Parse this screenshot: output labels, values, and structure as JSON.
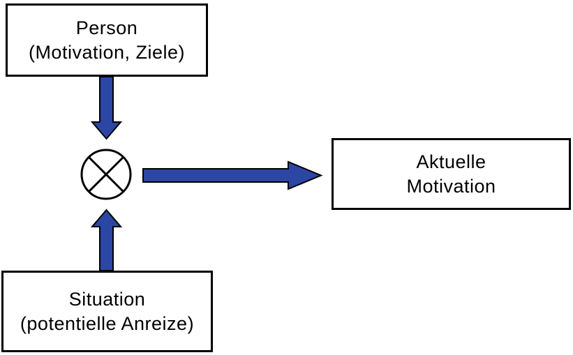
{
  "boxes": {
    "person": {
      "line1": "Person",
      "line2": "(Motivation, Ziele)"
    },
    "situation": {
      "line1": "Situation",
      "line2": "(potentielle Anreize)"
    },
    "result": {
      "line1": "Aktuelle",
      "line2": "Motivation"
    }
  },
  "operator": {
    "symbol": "circle-x-multiplication"
  },
  "colors": {
    "arrow_fill": "#2C46A4",
    "arrow_outline": "#000000",
    "box_border": "#000000",
    "box_fill": "#FFFFFF",
    "background": "#FFFFFF",
    "text": "#000000"
  }
}
